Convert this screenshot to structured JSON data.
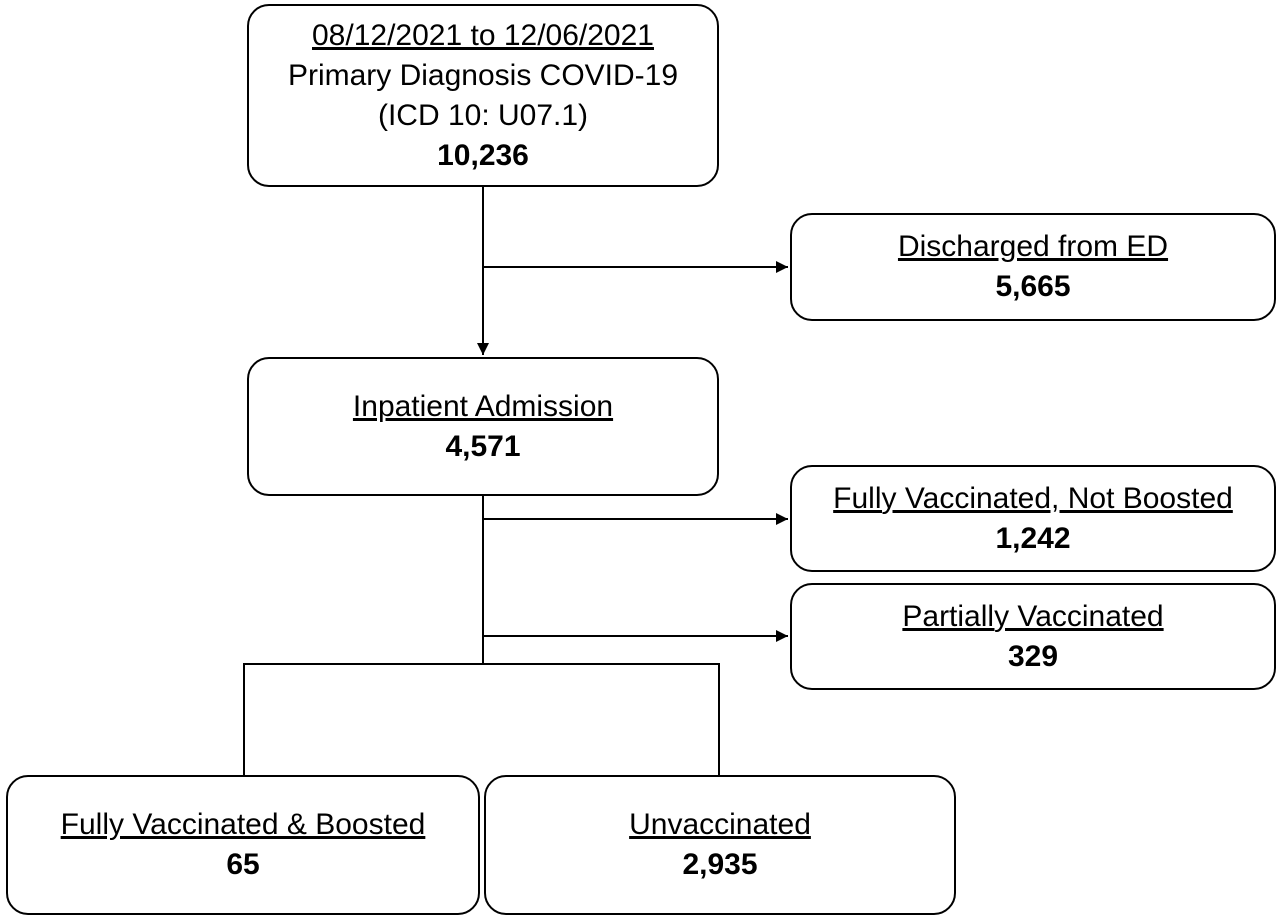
{
  "start": {
    "date_range": "08/12/2021 to 12/06/2021",
    "diagnosis": "Primary Diagnosis COVID-19",
    "code": "(ICD 10: U07.1)",
    "count": "10,236"
  },
  "discharged": {
    "label": "Discharged from ED",
    "count": "5,665"
  },
  "inpatient": {
    "label": "Inpatient Admission",
    "count": "4,571"
  },
  "fully_vaccinated_not_boosted": {
    "label": "Fully Vaccinated, Not Boosted",
    "count": "1,242"
  },
  "partially_vaccinated": {
    "label": "Partially Vaccinated",
    "count": "329"
  },
  "fully_vaccinated_boosted": {
    "label": "Fully Vaccinated & Boosted",
    "count": "65"
  },
  "unvaccinated": {
    "label": "Unvaccinated",
    "count": "2,935"
  }
}
